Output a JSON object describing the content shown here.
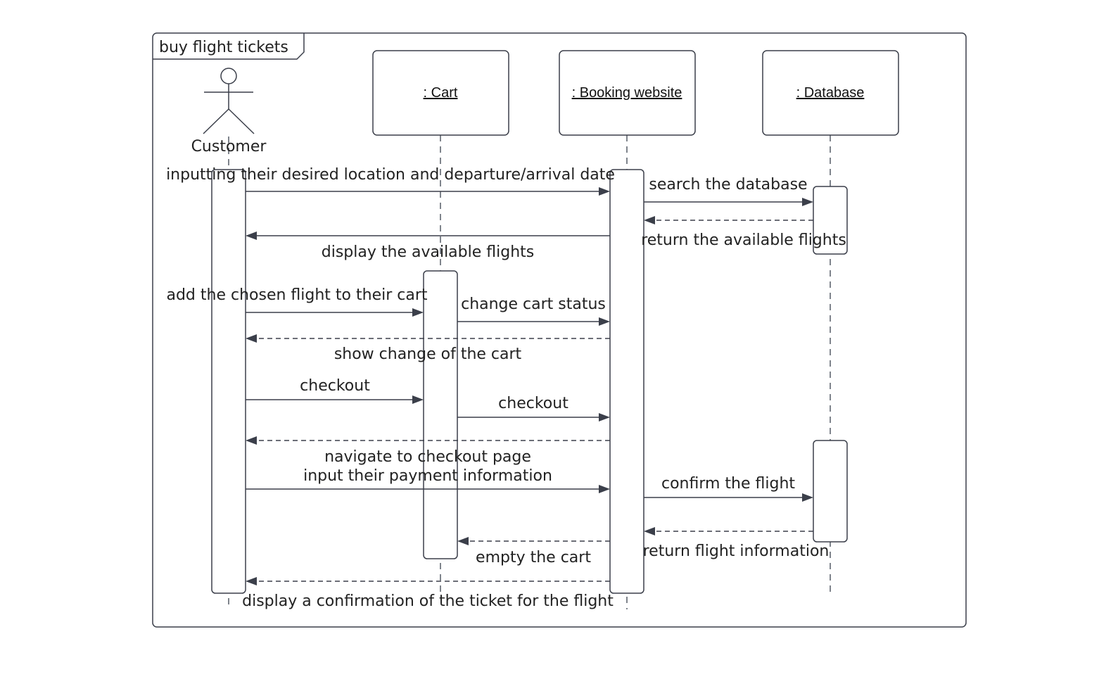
{
  "frame": {
    "title": "buy flight tickets"
  },
  "participants": {
    "customer": "Customer",
    "cart": ":  Cart",
    "booking": ":  Booking website",
    "database": ":  Database"
  },
  "messages": {
    "m1": "inputting their desired location and departure/arrival date",
    "m2": "search the database",
    "m3": "return the available flights",
    "m4": "display the available flights",
    "m5": "add the chosen flight to their cart",
    "m6": "change cart status",
    "m7": "show change of the cart",
    "m8": "checkout",
    "m9": "checkout",
    "m10": "navigate to checkout page",
    "m11": "input their payment information",
    "m12": "confirm the flight",
    "m13": "return flight information",
    "m14": "empty the cart",
    "m15": "display a confirmation of the ticket for the flight"
  },
  "colors": {
    "line": "#3b3f4a",
    "text": "#222222",
    "background": "#ffffff"
  }
}
